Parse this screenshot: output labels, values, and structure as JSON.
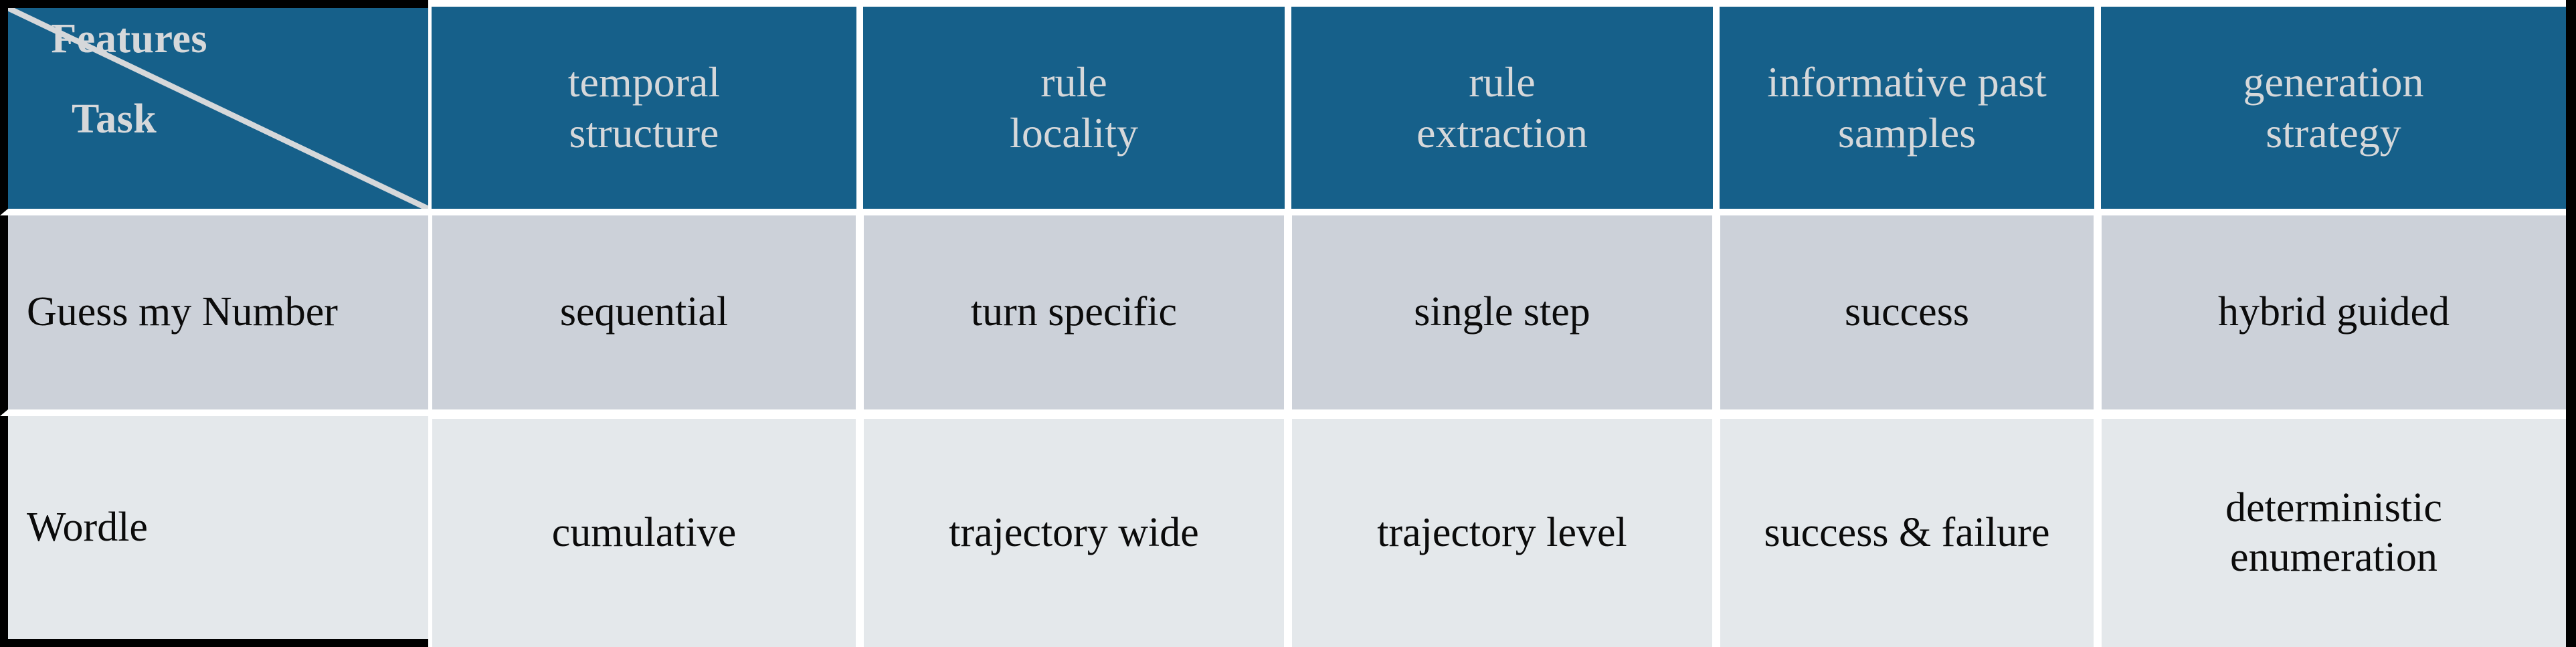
{
  "table": {
    "corner": {
      "features_label": "Features",
      "task_label": "Task",
      "diagonal": "diagonal-divider"
    },
    "columns": [
      {
        "id": "task",
        "label_line1": "Task",
        "label_line2": ""
      },
      {
        "id": "temporal",
        "label_line1": "temporal",
        "label_line2": "structure"
      },
      {
        "id": "locality",
        "label_line1": "rule",
        "label_line2": "locality"
      },
      {
        "id": "extraction",
        "label_line1": "rule",
        "label_line2": "extraction"
      },
      {
        "id": "past_samples",
        "label_line1": "informative past",
        "label_line2": "samples"
      },
      {
        "id": "generation",
        "label_line1": "generation",
        "label_line2": "strategy"
      }
    ],
    "rows": [
      {
        "task": "Guess my Number",
        "temporal": {
          "line1": "sequential",
          "line2": ""
        },
        "locality": {
          "line1": "turn specific",
          "line2": ""
        },
        "extraction": {
          "line1": "single step",
          "line2": ""
        },
        "past_samples": {
          "line1": "success",
          "line2": ""
        },
        "generation": {
          "line1": "hybrid guided",
          "line2": ""
        }
      },
      {
        "task": "Wordle",
        "temporal": {
          "line1": "cumulative",
          "line2": ""
        },
        "locality": {
          "line1": "trajectory wide",
          "line2": ""
        },
        "extraction": {
          "line1": "trajectory level",
          "line2": ""
        },
        "past_samples": {
          "line1": "success & failure",
          "line2": ""
        },
        "generation": {
          "line1": "deterministic",
          "line2": "enumeration"
        }
      }
    ]
  },
  "colors": {
    "header_blue": "#16608a",
    "header_text": "#d6d8da",
    "row1_bg": "#ccd1d9",
    "row2_bg": "#e4e8eb",
    "body_text": "#0b0b0b",
    "rule_white": "#ffffff",
    "outer_black": "#000000"
  }
}
